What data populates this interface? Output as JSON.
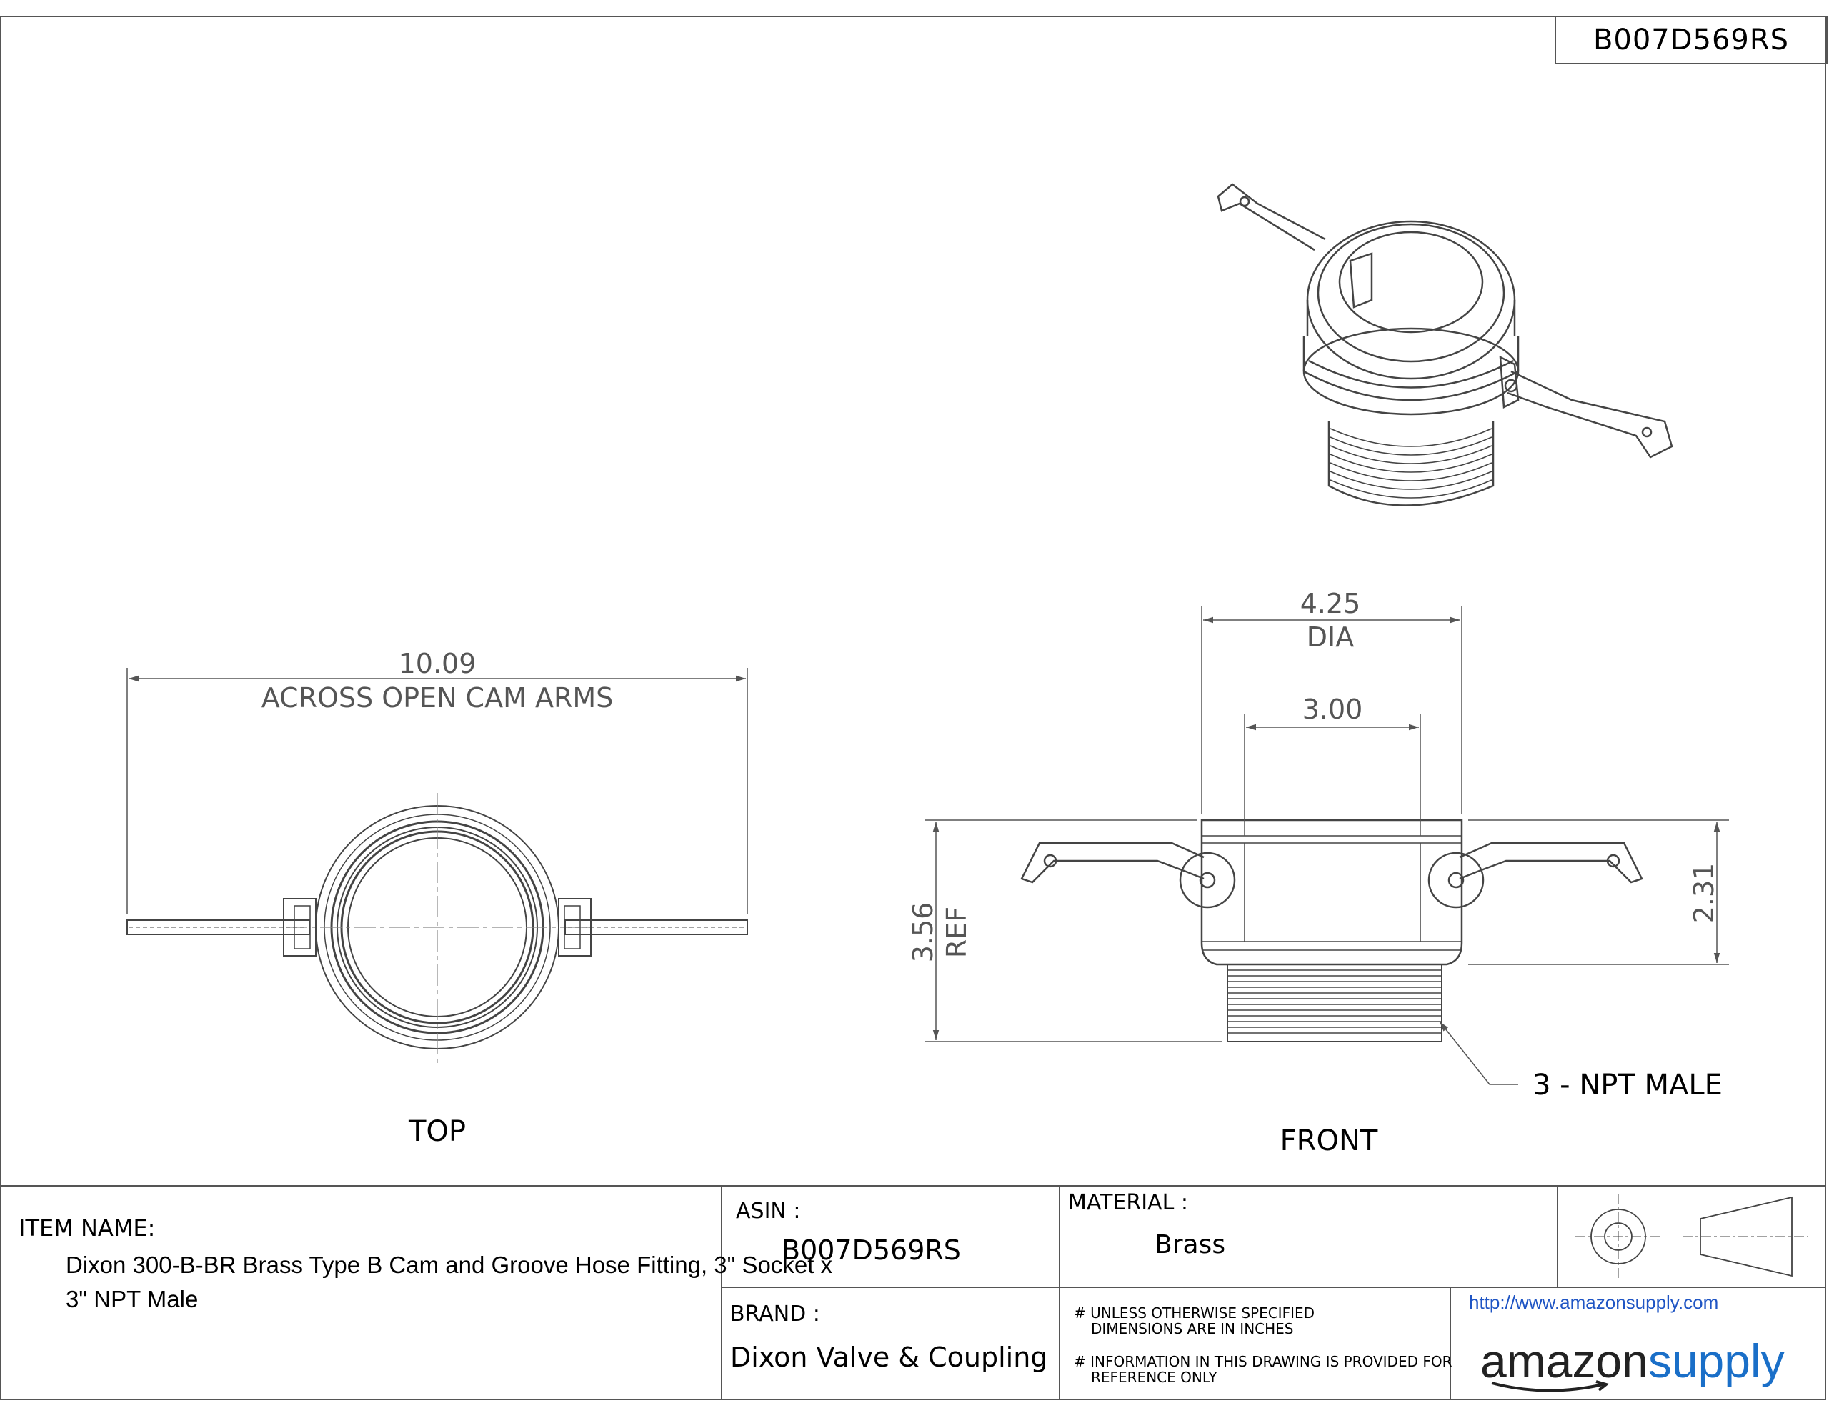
{
  "header": {
    "asin": "B007D569RS"
  },
  "views": {
    "top": {
      "label": "TOP",
      "dim_value": "10.09",
      "dim_note": "ACROSS OPEN CAM ARMS"
    },
    "front": {
      "label": "FRONT",
      "dia_value": "4.25",
      "dia_note": "DIA",
      "inner_value": "3.00",
      "height_value": "3.56",
      "height_note": "REF",
      "body_value": "2.31",
      "thread_callout": "3 - NPT MALE"
    }
  },
  "title_block": {
    "item_name_label": "ITEM NAME:",
    "item_name_line1": "Dixon 300-B-BR Brass Type B Cam and Groove Hose Fitting, 3\" Socket x",
    "item_name_line2": "3\" NPT Male",
    "asin_label": "ASIN :",
    "asin_value": "B007D569RS",
    "material_label": "MATERIAL :",
    "material_value": "Brass",
    "brand_label": "BRAND :",
    "brand_value": "Dixon Valve & Coupling",
    "note1_line1": "# UNLESS OTHERWISE SPECIFIED",
    "note1_line2": "DIMENSIONS ARE IN INCHES",
    "note2_line1": "# INFORMATION IN THIS DRAWING IS PROVIDED FOR",
    "note2_line2": "REFERENCE ONLY",
    "url": "http://www.amazonsupply.com",
    "logo_amazon": "amazon",
    "logo_supply": "supply"
  },
  "colors": {
    "line": "#555555",
    "logo_blue": "#1a6fc8",
    "url_blue": "#1f55c4"
  }
}
